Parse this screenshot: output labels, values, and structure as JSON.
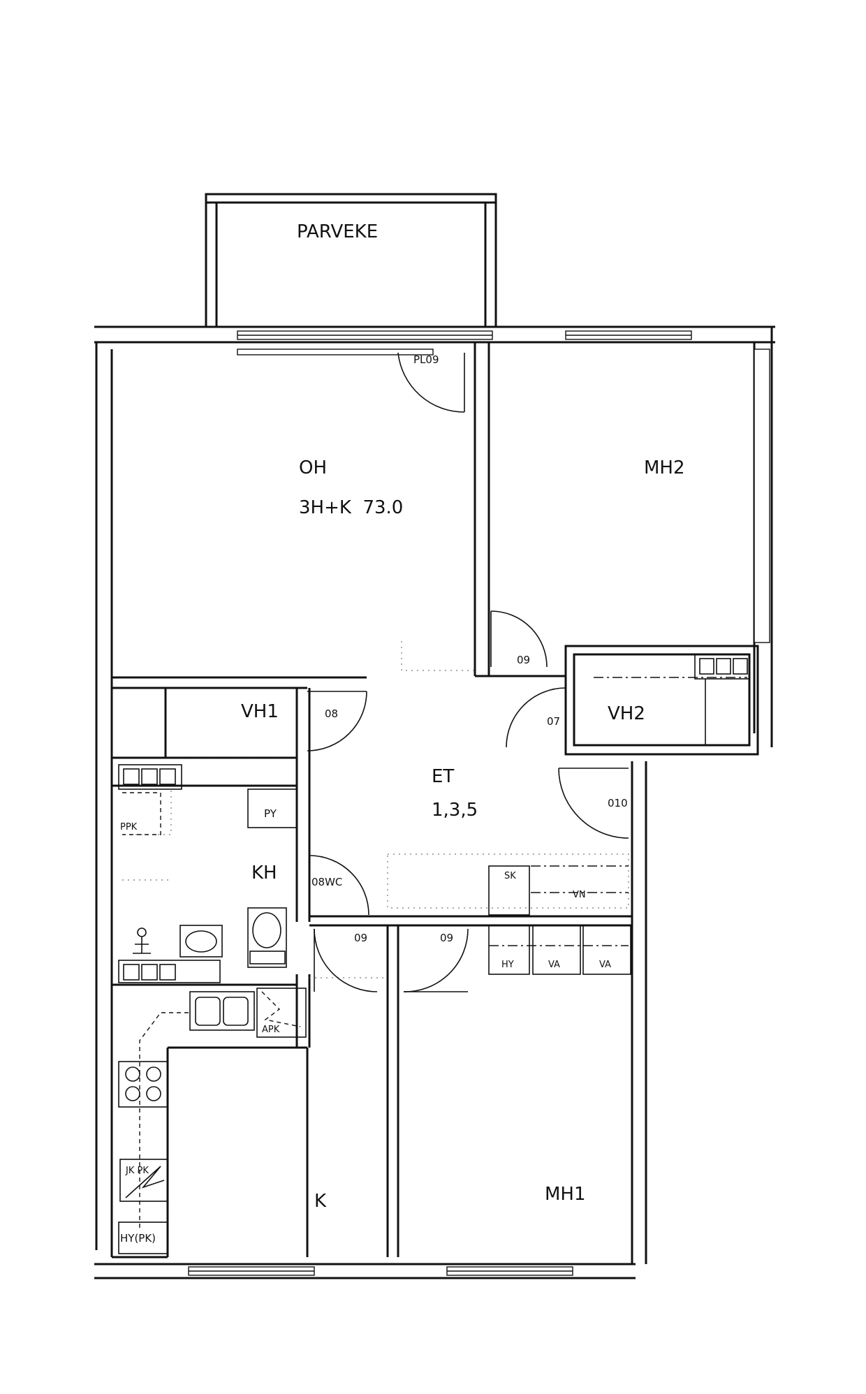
{
  "rooms": {
    "parveke": "PARVEKE",
    "oh": "OH",
    "apartment_info": "3H+K  73.0",
    "mh2": "MH2",
    "vh1": "VH1",
    "vh2": "VH2",
    "et": "ET",
    "et_floors": "1,3,5",
    "kh": "KH",
    "k": "K",
    "mh1": "MH1"
  },
  "door_codes": {
    "pl09": "PL09",
    "d09_mh2": "09",
    "d08": "08",
    "d07": "07",
    "d010": "010",
    "d08wc": "08WC",
    "d09_k": "09",
    "d09_mh1": "09"
  },
  "fixtures": {
    "py": "PY",
    "ppk": "PPK",
    "apk": "APK",
    "sk": "SK",
    "vn": "VN",
    "hy": "HY",
    "va_1": "VA",
    "va_2": "VA",
    "jk_pk": "JK PK",
    "hy_pk": "HY(PK)"
  }
}
